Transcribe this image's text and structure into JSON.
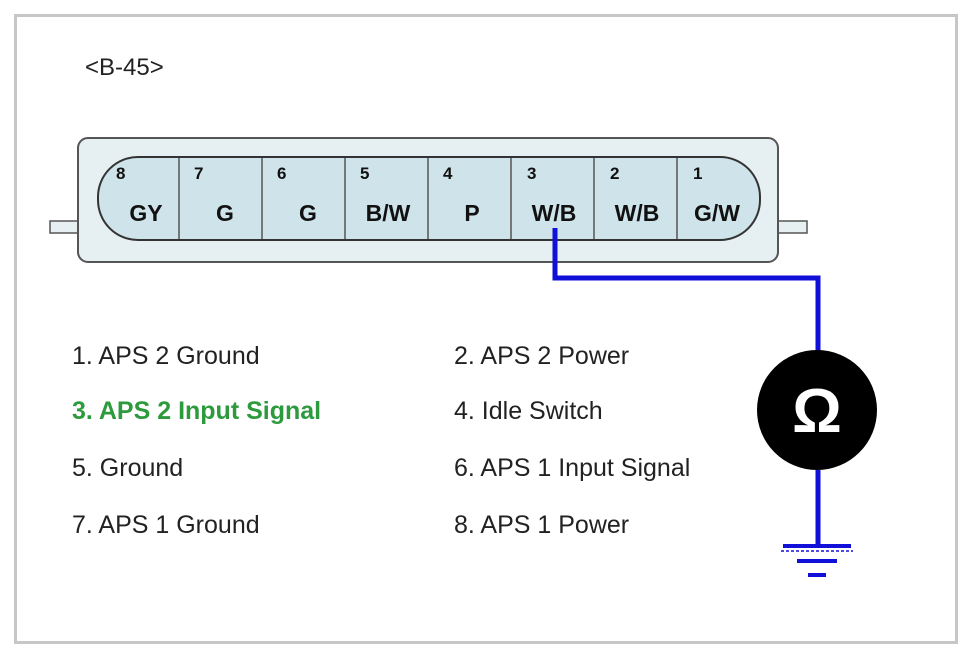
{
  "connector_id": "<B-45>",
  "pins": [
    {
      "number": "8",
      "color": "GY"
    },
    {
      "number": "7",
      "color": "G"
    },
    {
      "number": "6",
      "color": "G"
    },
    {
      "number": "5",
      "color": "B/W"
    },
    {
      "number": "4",
      "color": "P"
    },
    {
      "number": "3",
      "color": "W/B"
    },
    {
      "number": "2",
      "color": "W/B"
    },
    {
      "number": "1",
      "color": "G/W"
    }
  ],
  "legend": {
    "item1": "1. APS 2 Ground",
    "item2": "2. APS 2 Power",
    "item3": "3. APS 2 Input Signal",
    "item4": "4. Idle Switch",
    "item5": "5. Ground",
    "item6": "6. APS 1 Input Signal",
    "item7": "7. APS 1 Ground",
    "item8": "8. APS 1 Power"
  },
  "meter_symbol": "Ω",
  "colors": {
    "wire": "#1010d8",
    "highlight": "#2e9a3e",
    "connector_fill": "#cfe4ea",
    "meter": "#000000"
  }
}
